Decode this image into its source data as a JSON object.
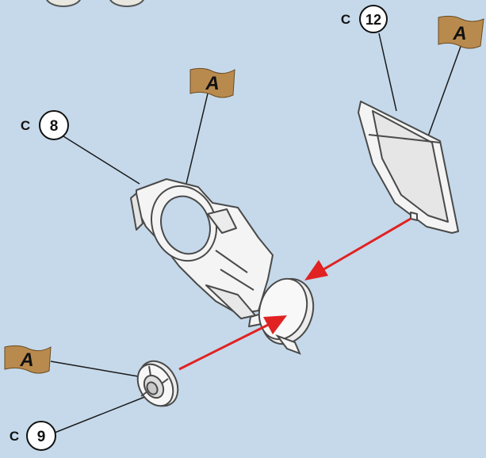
{
  "callouts": [
    {
      "prefix": "C",
      "number": "12"
    },
    {
      "prefix": "C",
      "number": "8"
    },
    {
      "prefix": "C",
      "number": "9"
    }
  ],
  "flags": [
    {
      "letter": "A"
    },
    {
      "letter": "A"
    },
    {
      "letter": "A"
    }
  ],
  "colors": {
    "background": "#c5d9ea",
    "flag": "#b98a4e",
    "arrow": "#e02222",
    "part_fill": "#f4f4f4",
    "part_stroke": "#4a4a4a"
  }
}
